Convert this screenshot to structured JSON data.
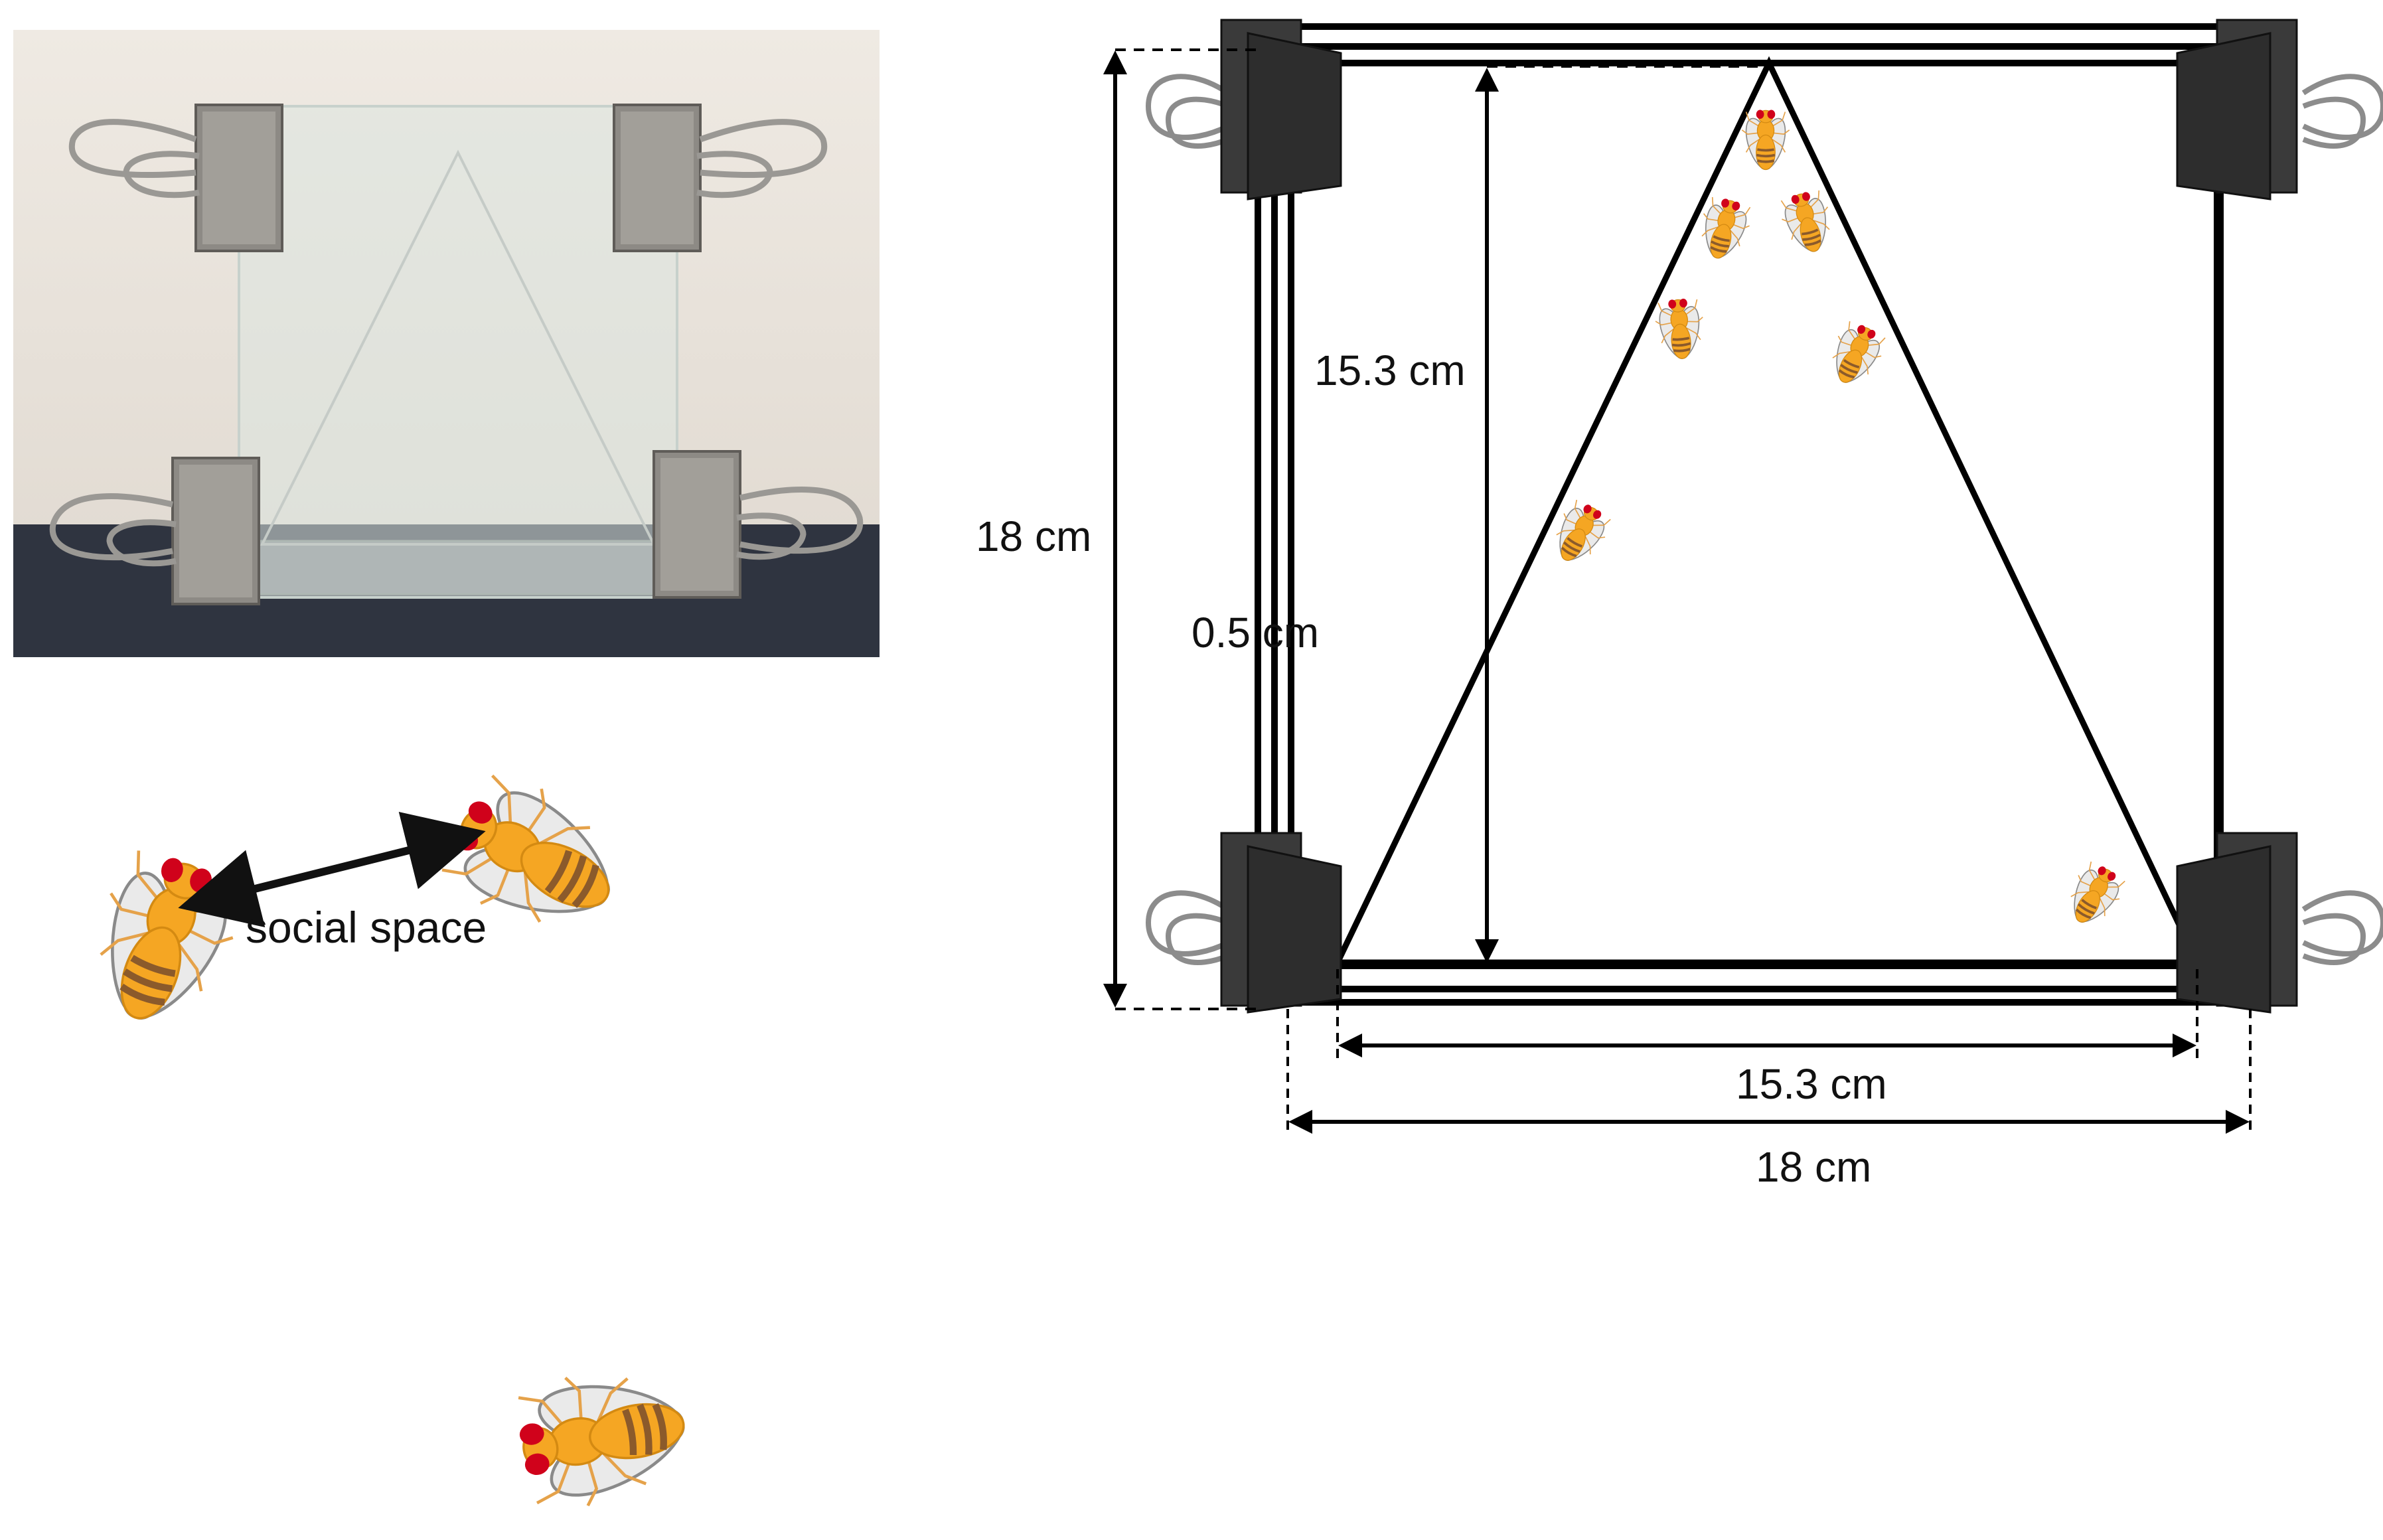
{
  "photo": {
    "description_label": ""
  },
  "labels": {
    "social_space": "social space",
    "height_outer": "18 cm",
    "height_triangle": "15.3 cm",
    "gap": "0.5 cm",
    "base_triangle": "15.3 cm",
    "base_outer": "18 cm"
  },
  "colors": {
    "fly_body": "#f5a623",
    "fly_eye": "#d0021b",
    "fly_stripe": "#8b5a2b",
    "clip_dark": "#3a3a3a",
    "handle_gray": "#8c8c8c",
    "wall_photo": "#e9e4dc",
    "bench_photo": "#2f3440"
  }
}
